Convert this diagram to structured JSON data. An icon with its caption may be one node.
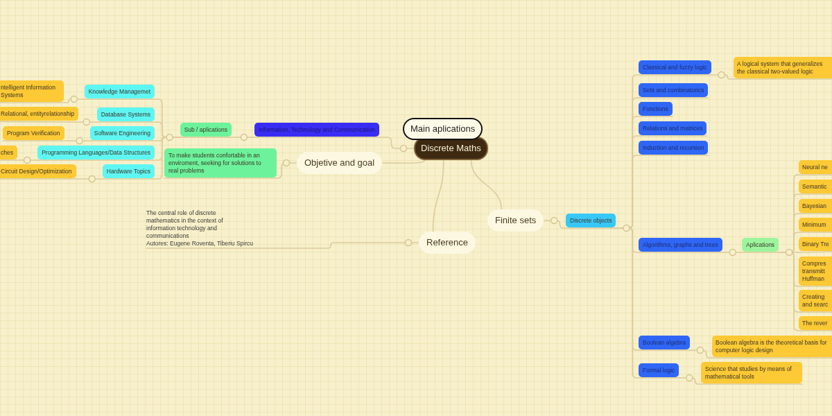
{
  "diagram": {
    "nodes": [
      {
        "text": [
          "Main aplications"
        ]
      },
      {
        "text": [
          "Discrete Maths"
        ]
      },
      {
        "text": [
          "Information, Technology and Communication"
        ]
      },
      {
        "text": [
          "Sub / aplications"
        ]
      },
      {
        "text": [
          "Knowledge Managemet"
        ]
      },
      {
        "text": [
          "Database Systems"
        ]
      },
      {
        "text": [
          "Software Engineering"
        ]
      },
      {
        "text": [
          "Programming Languages/Data Structures"
        ]
      },
      {
        "text": [
          "Hardware Topics"
        ]
      },
      {
        "text": [
          "ntelligent Information Systems"
        ]
      },
      {
        "text": [
          "Relational, entityrelationship"
        ]
      },
      {
        "text": [
          "Program Verification"
        ]
      },
      {
        "text": [
          "ches"
        ]
      },
      {
        "text": [
          "Circuit Design/Optimization"
        ]
      },
      {
        "text": [
          "Objetive and goal"
        ]
      },
      {
        "text": [
          "To make students confortable in an enviroment, seeking for solutions to real problems"
        ]
      },
      {
        "text": [
          "Reference"
        ]
      },
      {
        "text": [
          "The central role of discrete mathematics in the context of information technology and communications",
          "Autores: Eugene Roventa, Tiberiu Spircu"
        ]
      },
      {
        "text": [
          "Finite sets"
        ]
      },
      {
        "text": [
          "Discrete objects"
        ]
      },
      {
        "text": [
          "Classical and fuzzy logic"
        ]
      },
      {
        "text": [
          "Sets and combinatorics"
        ]
      },
      {
        "text": [
          "Functions"
        ]
      },
      {
        "text": [
          "Relations and matrices"
        ]
      },
      {
        "text": [
          "Induction and recursion"
        ]
      },
      {
        "text": [
          "Algorithms, graphs and trees"
        ]
      },
      {
        "text": [
          "Boolean algebra"
        ]
      },
      {
        "text": [
          "Formal logic"
        ]
      },
      {
        "text": [
          "A logical system that generalizes the classical two-valued logic"
        ]
      },
      {
        "text": [
          "Aplications"
        ]
      },
      {
        "text": [
          "Neural ne"
        ]
      },
      {
        "text": [
          "Semantic"
        ]
      },
      {
        "text": [
          "Bayesian"
        ]
      },
      {
        "text": [
          "Minimum"
        ]
      },
      {
        "text": [
          "Binary Tre"
        ]
      },
      {
        "text": [
          "Compres transmitt Huffman"
        ]
      },
      {
        "text": [
          "Creating and searc"
        ]
      },
      {
        "text": [
          "The rever"
        ]
      },
      {
        "text": [
          "Boolean algebra is the theoretical basis for computer logic design"
        ]
      },
      {
        "text": [
          "Science that studies by means of mathematical tools"
        ]
      }
    ],
    "edges": [
      {
        "from": 1,
        "to": 2,
        "arrow": "none"
      },
      {
        "from": 1,
        "to": 14,
        "arrow": "none"
      },
      {
        "from": 1,
        "to": 16,
        "arrow": "none"
      },
      {
        "from": 1,
        "to": 18,
        "arrow": "none"
      },
      {
        "from": 2,
        "to": 3,
        "arrow": "none"
      },
      {
        "from": 3,
        "to": 4,
        "arrow": "none"
      },
      {
        "from": 3,
        "to": 5,
        "arrow": "none"
      },
      {
        "from": 3,
        "to": 6,
        "arrow": "none"
      },
      {
        "from": 3,
        "to": 7,
        "arrow": "none"
      },
      {
        "from": 3,
        "to": 8,
        "arrow": "none"
      },
      {
        "from": 4,
        "to": 9,
        "arrow": "none"
      },
      {
        "from": 5,
        "to": 10,
        "arrow": "none"
      },
      {
        "from": 6,
        "to": 11,
        "arrow": "none"
      },
      {
        "from": 7,
        "to": 12,
        "arrow": "none"
      },
      {
        "from": 8,
        "to": 13,
        "arrow": "none"
      },
      {
        "from": 14,
        "to": 15,
        "arrow": "none"
      },
      {
        "from": 16,
        "to": 17,
        "arrow": "none"
      },
      {
        "from": 18,
        "to": 19,
        "arrow": "none"
      },
      {
        "from": 19,
        "to": 20,
        "arrow": "none"
      },
      {
        "from": 19,
        "to": 21,
        "arrow": "none"
      },
      {
        "from": 19,
        "to": 22,
        "arrow": "none"
      },
      {
        "from": 19,
        "to": 23,
        "arrow": "none"
      },
      {
        "from": 19,
        "to": 24,
        "arrow": "none"
      },
      {
        "from": 19,
        "to": 25,
        "arrow": "none"
      },
      {
        "from": 19,
        "to": 26,
        "arrow": "none"
      },
      {
        "from": 19,
        "to": 27,
        "arrow": "none"
      },
      {
        "from": 20,
        "to": 28,
        "arrow": "none"
      },
      {
        "from": 25,
        "to": 29,
        "arrow": "none"
      },
      {
        "from": 29,
        "to": 30,
        "arrow": "none"
      },
      {
        "from": 29,
        "to": 31,
        "arrow": "none"
      },
      {
        "from": 29,
        "to": 32,
        "arrow": "none"
      },
      {
        "from": 29,
        "to": 33,
        "arrow": "none"
      },
      {
        "from": 29,
        "to": 34,
        "arrow": "none"
      },
      {
        "from": 29,
        "to": 35,
        "arrow": "none"
      },
      {
        "from": 29,
        "to": 36,
        "arrow": "none"
      },
      {
        "from": 29,
        "to": 37,
        "arrow": "none"
      },
      {
        "from": 26,
        "to": 38,
        "arrow": "none"
      },
      {
        "from": 27,
        "to": 39,
        "arrow": "none"
      }
    ]
  }
}
